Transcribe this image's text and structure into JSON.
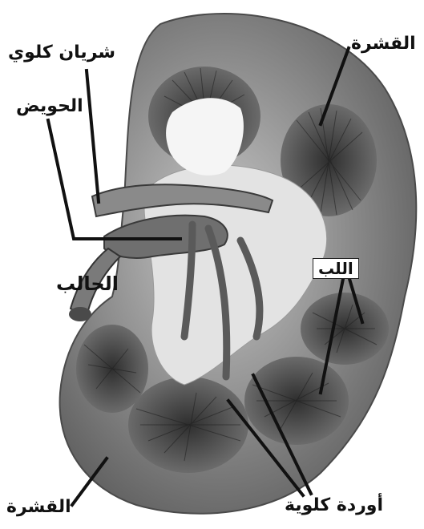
{
  "diagram": {
    "labels": {
      "renal_artery": "شريان كلوي",
      "pelvis": "الحويض",
      "ureter": "الحالب",
      "cortex_top": "القشرة",
      "medulla": "اللب",
      "renal_veins": "أوردة كلوية",
      "cortex_bottom": "القشرة"
    },
    "colors": {
      "cortex_dark": "#555555",
      "cortex_light": "#9a9a9a",
      "medulla_dark": "#3a3a3a",
      "sinus_light": "#e6e6e6",
      "vessel": "#777777",
      "leader_line": "#111111"
    }
  }
}
